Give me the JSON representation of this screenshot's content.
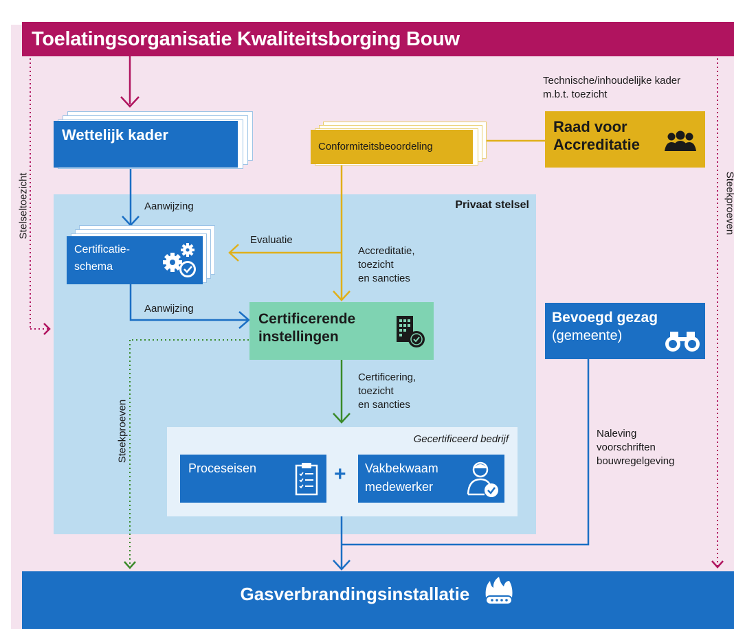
{
  "header": {
    "title": "Toelatingsorganisatie Kwaliteitsborging Bouw"
  },
  "wettelijk_kader": {
    "label": "Wettelijk kader"
  },
  "conformiteit": {
    "label": "Conformiteitsbeoordeling"
  },
  "technisch_kader": {
    "line1": "Technische/inhoudelijke kader",
    "line2": "m.b.t. toezicht"
  },
  "raad": {
    "line1": "Raad voor",
    "line2": "Accreditatie",
    "icon": "people-icon"
  },
  "privaat": {
    "title": "Privaat stelsel"
  },
  "schema": {
    "line1": "Certificatie-",
    "line2": "schema",
    "icon": "gears-check-icon"
  },
  "labels": {
    "aanwijzing_top": "Aanwijzing",
    "aanwijzing_bottom": "Aanwijzing",
    "evaluatie": "Evaluatie",
    "accreditatie_1": "Accreditatie,",
    "accreditatie_2": "toezicht",
    "accreditatie_3": "en sancties",
    "certificering_1": "Certificering,",
    "certificering_2": "toezicht",
    "certificering_3": "en sancties",
    "naleving_1": "Naleving",
    "naleving_2": "voorschriften",
    "naleving_3": "bouwregelgeving",
    "stelseltoezicht": "Stelseltoezicht",
    "steekproeven_right": "Steekproeven",
    "steekproeven_left": "Steekproeven"
  },
  "certificerende": {
    "line1": "Certificerende",
    "line2": "instellingen",
    "icon": "building-badge-icon"
  },
  "bevoegd": {
    "line1": "Bevoegd gezag",
    "line2": "(gemeente)",
    "icon": "binoculars-icon"
  },
  "gecertificeerd": {
    "title": "Gecertificeerd bedrijf",
    "proceseisen": "Proceseisen",
    "plus": "+",
    "vakbekwaam_1": "Vakbekwaam",
    "vakbekwaam_2": "medewerker"
  },
  "footer": {
    "title": "Gasverbrandingsinstallatie",
    "icon": "flame-icon"
  },
  "colors": {
    "magenta": "#b0145f",
    "blue": "#1b6fc4",
    "yellow": "#e0b01a",
    "green": "#7fd3b2",
    "light_blue": "#bcdcf0",
    "pink": "#f5e3ee"
  }
}
